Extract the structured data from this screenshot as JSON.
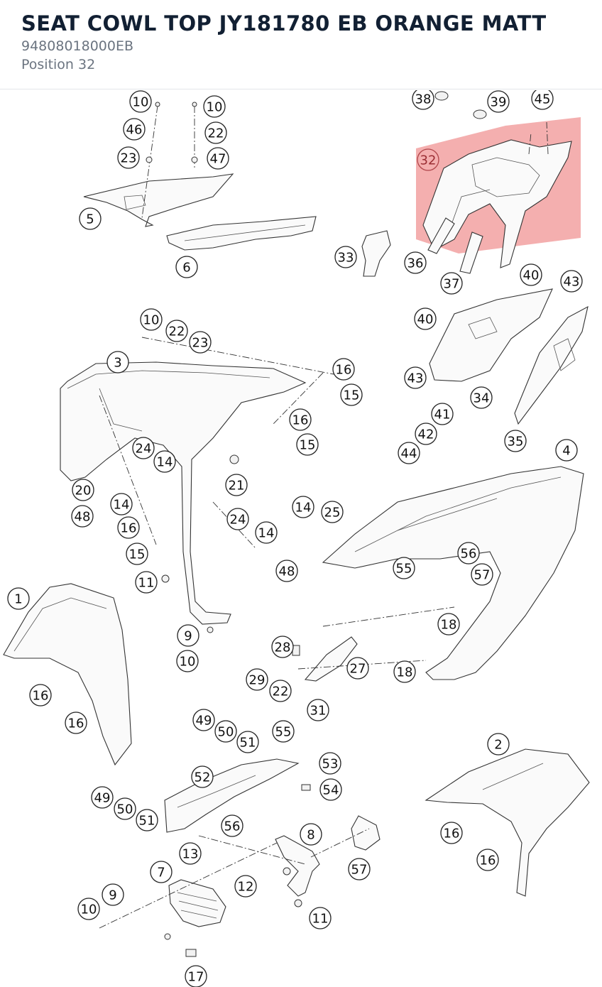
{
  "header": {
    "title": "SEAT COWL TOP JY181780 EB ORANGE MATT",
    "part_number": "94808018000EB",
    "position_label": "Position 32"
  },
  "diagram": {
    "selected_position": "32",
    "highlight_color": "#eb6e6e",
    "callouts": [
      "10",
      "10",
      "46",
      "22",
      "23",
      "47",
      "5",
      "6",
      "38",
      "39",
      "45",
      "32",
      "33",
      "36",
      "37",
      "40",
      "43",
      "40",
      "34",
      "43",
      "41",
      "42",
      "44",
      "35",
      "10",
      "22",
      "23",
      "3",
      "16",
      "15",
      "16",
      "15",
      "24",
      "14",
      "21",
      "20",
      "14",
      "48",
      "16",
      "15",
      "24",
      "14",
      "11",
      "4",
      "14",
      "25",
      "48",
      "55",
      "56",
      "57",
      "18",
      "1",
      "9",
      "10",
      "28",
      "27",
      "29",
      "22",
      "31",
      "18",
      "16",
      "16",
      "49",
      "50",
      "51",
      "55",
      "53",
      "52",
      "54",
      "49",
      "50",
      "51",
      "56",
      "13",
      "8",
      "2",
      "16",
      "16",
      "7",
      "9",
      "10",
      "12",
      "57",
      "11",
      "17"
    ]
  }
}
